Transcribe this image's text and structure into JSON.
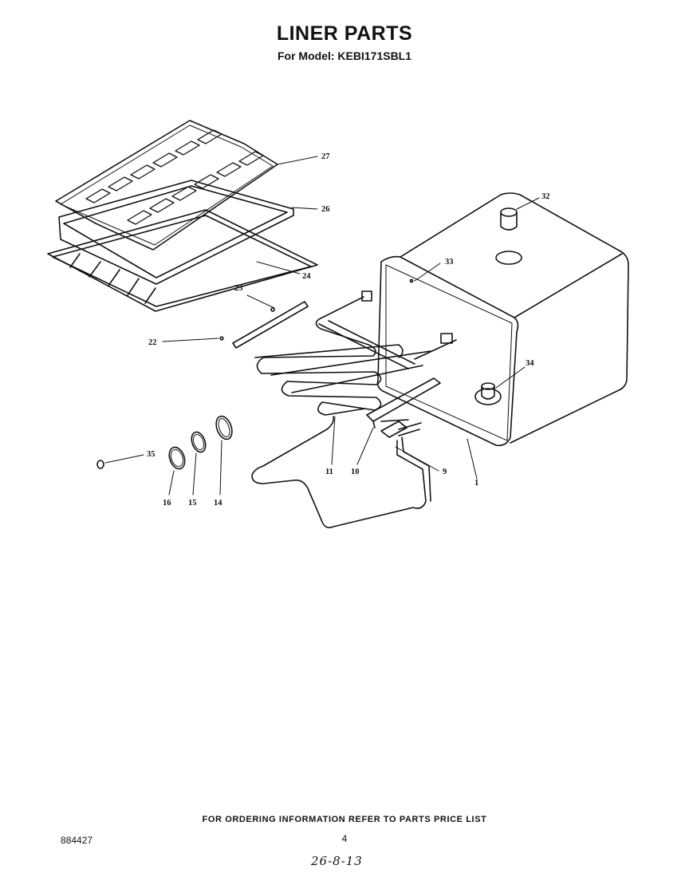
{
  "header": {
    "title": "LINER PARTS",
    "subtitle": "For Model: KEBI171SBL1"
  },
  "callouts": [
    "27",
    "26",
    "24",
    "23",
    "22",
    "32",
    "33",
    "34",
    "11",
    "10",
    "9",
    "1",
    "35",
    "16",
    "15",
    "14"
  ],
  "footer": {
    "ordering_note": "FOR ORDERING INFORMATION REFER TO PARTS PRICE LIST",
    "document_number": "884427",
    "page_number": "4",
    "handwritten_note": "26-8-13"
  }
}
